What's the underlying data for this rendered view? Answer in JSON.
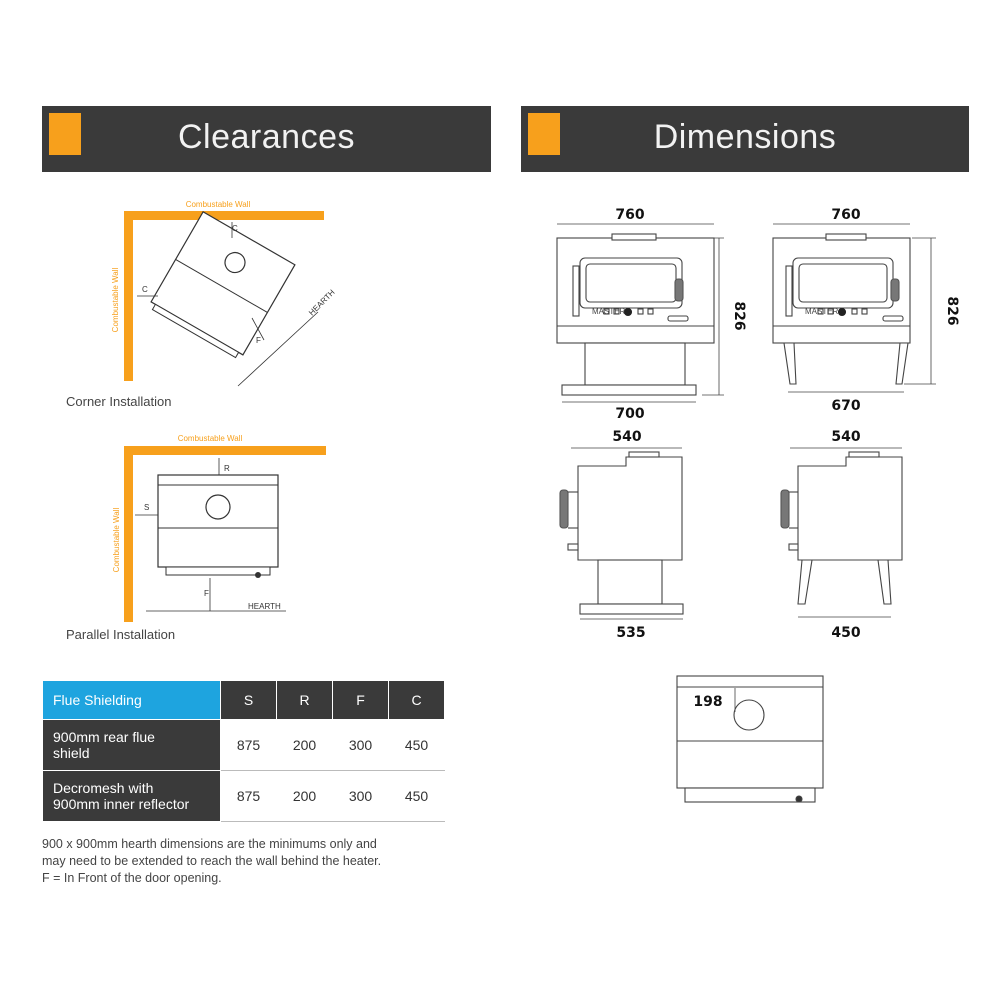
{
  "left_banner": {
    "title": "Clearances"
  },
  "right_banner": {
    "title": "Dimensions"
  },
  "corner": {
    "caption": "Corner Installation",
    "top_wall": "Combustable Wall",
    "side_wall": "Combustable Wall",
    "label_c_top": "C",
    "label_c_side": "C",
    "label_f": "F",
    "hearth": "HEARTH"
  },
  "parallel": {
    "caption": "Parallel Installation",
    "top_wall": "Combustable Wall",
    "side_wall": "Combustable Wall",
    "label_r": "R",
    "label_s": "S",
    "label_f": "F",
    "hearth": "HEARTH"
  },
  "table": {
    "header": "Flue Shielding",
    "columns": [
      "S",
      "R",
      "F",
      "C"
    ],
    "rows": [
      {
        "label_1": "900mm rear flue",
        "label_2": "shield",
        "values": [
          "875",
          "200",
          "300",
          "450"
        ]
      },
      {
        "label_1": "Decromesh with",
        "label_2": "900mm inner reflector",
        "values": [
          "875",
          "200",
          "300",
          "450"
        ]
      }
    ]
  },
  "note": {
    "line1": "900 x 900mm hearth dimensions are the minimums only and",
    "line2": "may need to be extended to reach the wall behind the heater.",
    "line3": "F = In Front of the door opening."
  },
  "dimensions": {
    "front_pedestal": {
      "width_top": "760",
      "width_bottom": "700",
      "height": "826",
      "brand": "MASTER"
    },
    "front_legs": {
      "width_top": "760",
      "width_bottom": "670",
      "height": "826",
      "brand": "MASTER"
    },
    "side_pedestal": {
      "width_top": "540",
      "width_bottom": "535"
    },
    "side_legs": {
      "width_top": "540",
      "width_bottom": "450"
    },
    "top_view": {
      "flue_offset": "198"
    }
  },
  "colors": {
    "wall": "#f7a01c",
    "banner": "#3a3a3a",
    "table_header": "#1ea4df",
    "accent": "#f7a01c"
  }
}
